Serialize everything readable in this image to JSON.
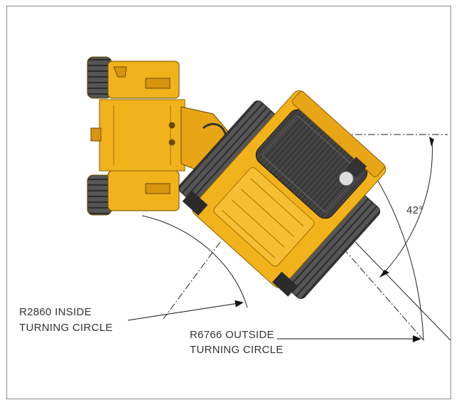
{
  "labels": {
    "inside_circle": {
      "line1": "R2860 INSIDE",
      "line2": "TURNING CIRCLE"
    },
    "outside_circle": {
      "line1": "R6766 OUTSIDE",
      "line2": "TURNING CIRCLE"
    },
    "angle": "42°"
  },
  "colors": {
    "body": "#f2b21c",
    "body_dark": "#d9940f",
    "tire": "#4a4a4a",
    "drum": "#3a3a3a",
    "lines": "#222222"
  }
}
